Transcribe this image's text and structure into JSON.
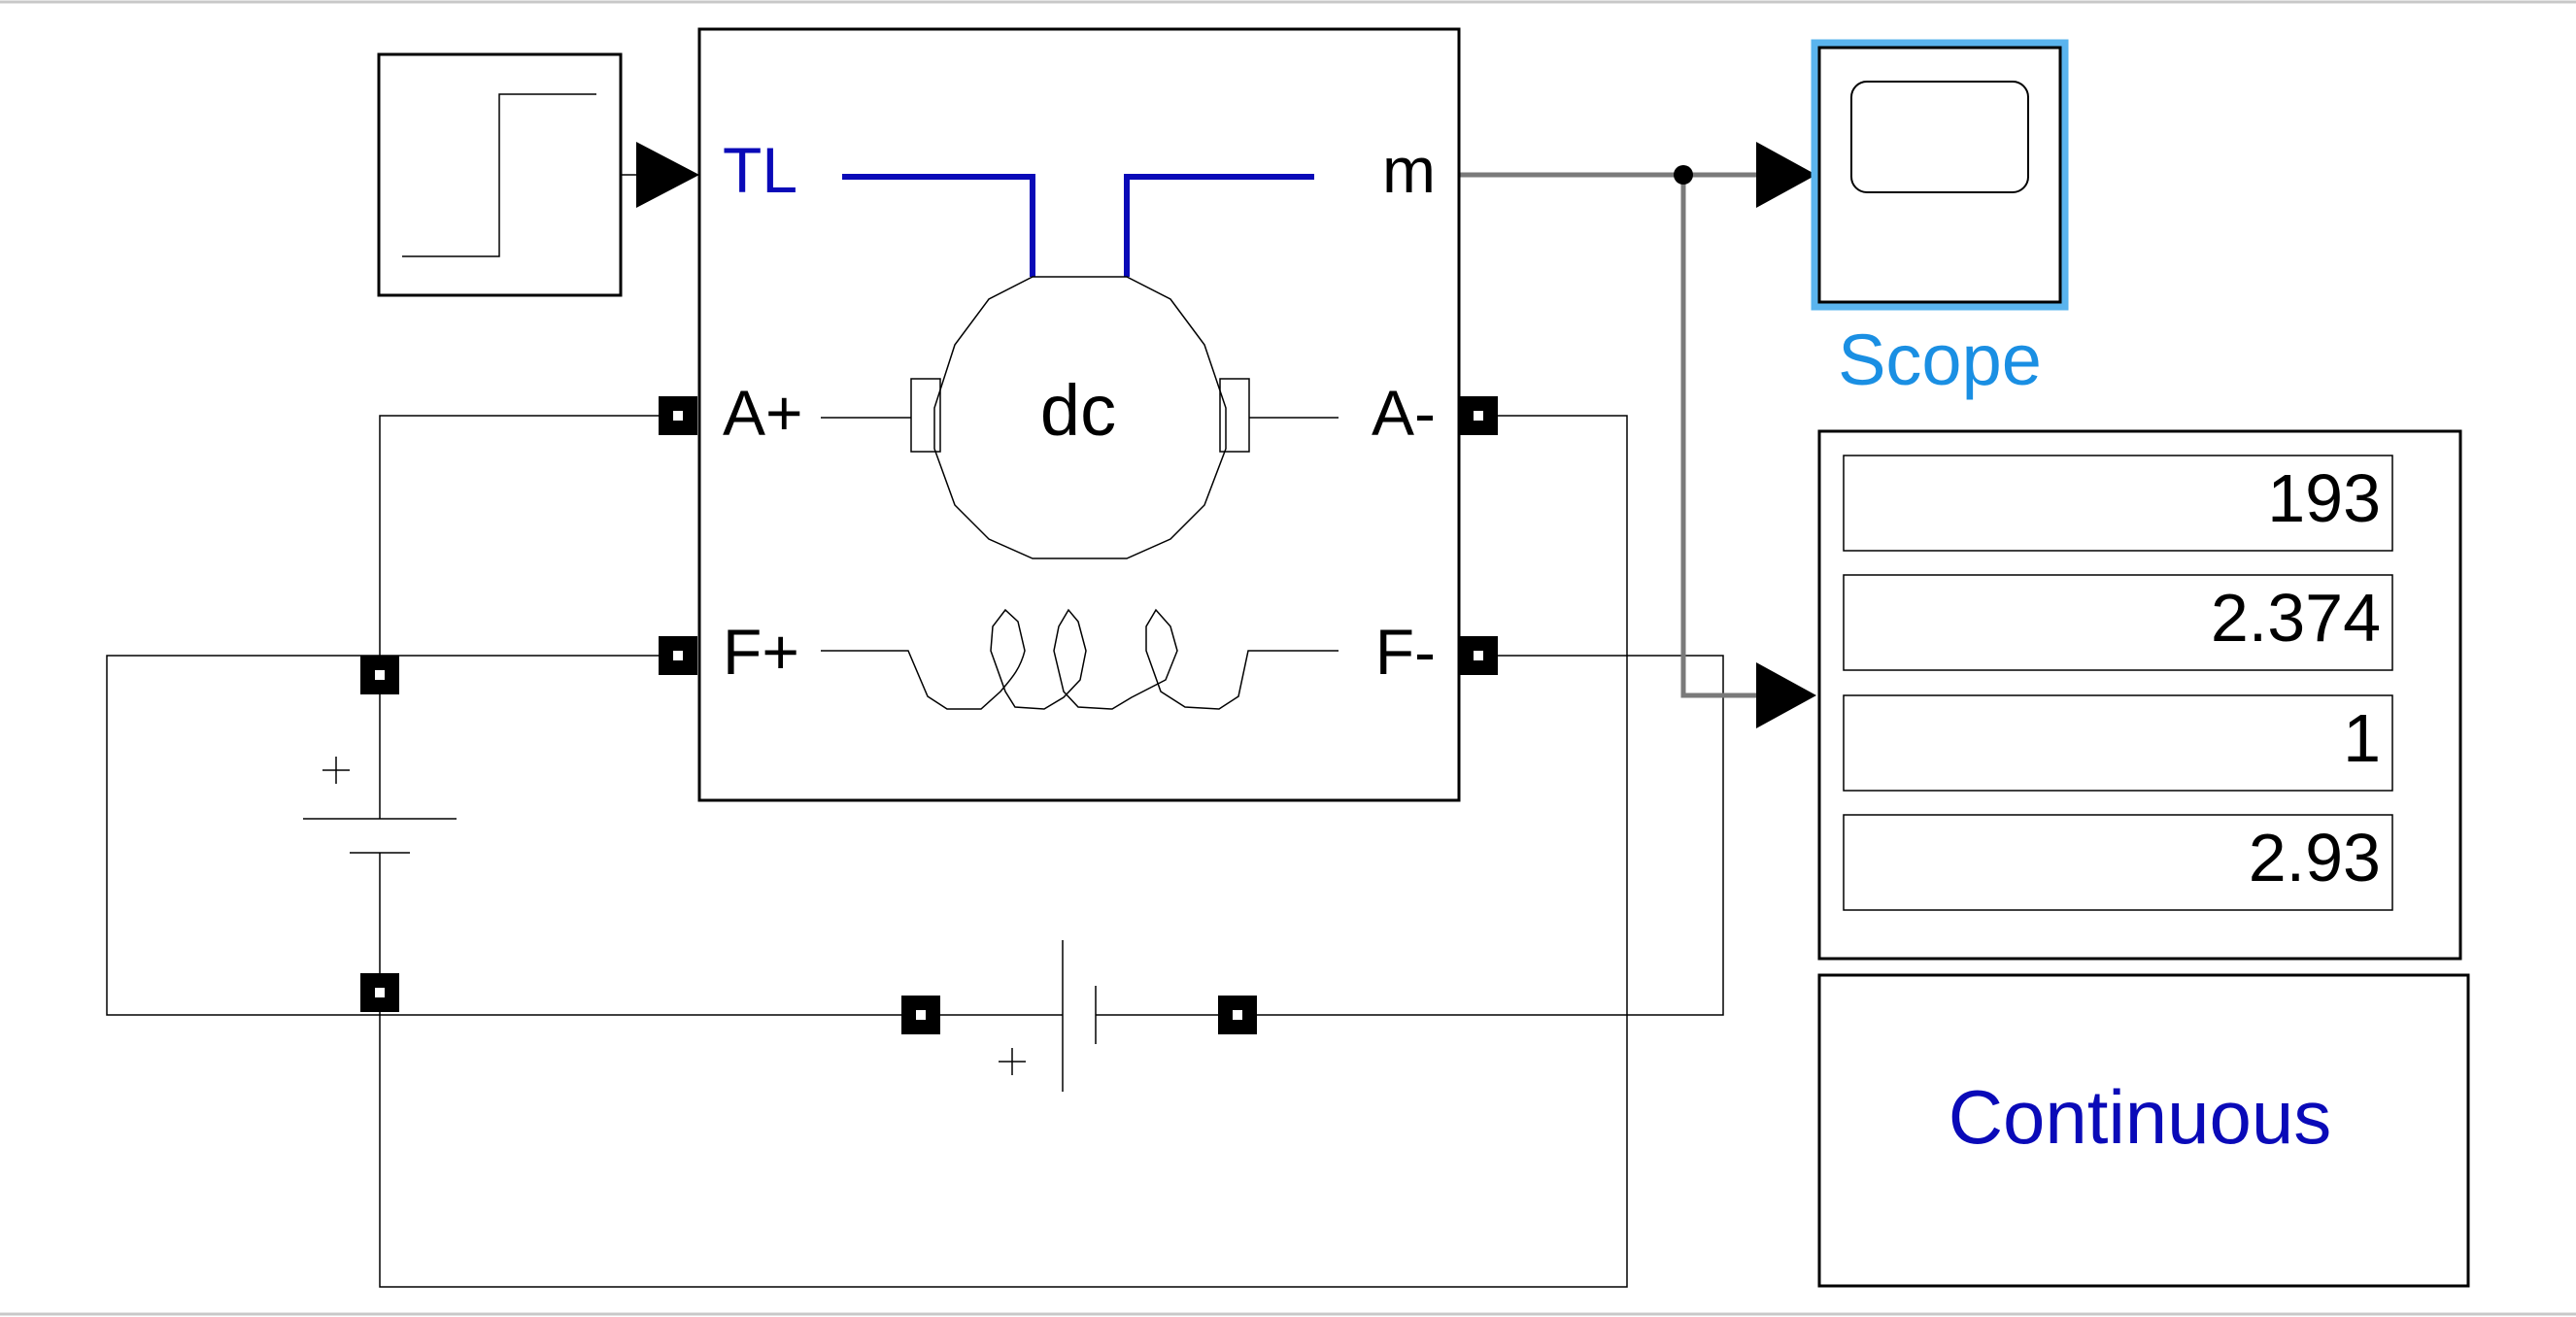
{
  "motor": {
    "label_tl": "TL",
    "label_m": "m",
    "label_a_plus": "A+",
    "label_a_minus": "A-",
    "label_f_plus": "F+",
    "label_f_minus": "F-",
    "label_center": "dc"
  },
  "scope": {
    "name": "Scope"
  },
  "display": {
    "values": [
      "193",
      "2.374",
      "1",
      "2.93"
    ]
  },
  "powergui": {
    "label": "Continuous"
  },
  "colors": {
    "mechanical_port": "#0a0ab8",
    "scope_label": "#1a8fe3",
    "scope_selection": "#5ab4ee",
    "powergui_text": "#0a0ab8",
    "signal_line": "#7a7a7a"
  }
}
